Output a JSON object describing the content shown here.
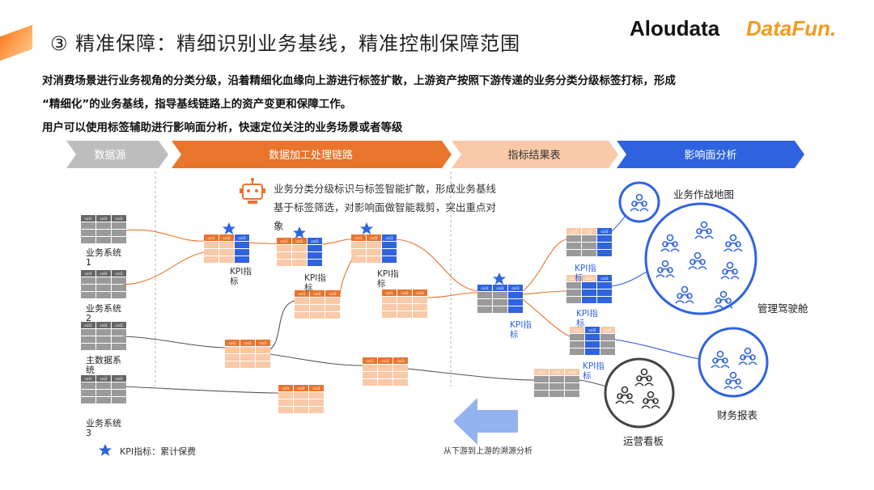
{
  "header": {
    "title": "③ 精准保障：精细识别业务基线，精准控制保障范围",
    "logo_left": "Aloudata",
    "logo_right": "DataFun."
  },
  "intro": {
    "line1": "对消费场景进行业务视角的分类分级，沿着精细化血缘向上游进行标签扩散，上游资产按照下游传递的业务分类分级标签打标，形成",
    "line2": "“精细化”的业务基线，指导基线链路上的资产变更和保障工作。",
    "line3": "用户可以使用标签辅助进行影响面分析，快速定位关注的业务场景或者等级"
  },
  "stages": [
    "数据源",
    "数据加工处理链路",
    "指标结果表",
    "影响面分析"
  ],
  "notes": {
    "note1": "业务分类分级标识与标签智能扩散，形成业务基线",
    "note2": "基于标签筛选，对影响面做智能裁剪，突出重点对",
    "note2b": "象"
  },
  "sources": {
    "s1a": "业务系统",
    "s1b": "1",
    "s2a": "业务系统",
    "s2b": "2",
    "s3a": "主数据系",
    "s3b": "统",
    "s4a": "业务系统",
    "s4b": "3"
  },
  "kpi": {
    "a": "KPI指",
    "b": "标"
  },
  "col_labels": [
    "col1",
    "col2",
    "col3"
  ],
  "targets": {
    "map": "业务作战地图",
    "cockpit": "管理驾驶舱",
    "finance": "财务报表",
    "ops": "运营看板"
  },
  "trace_label": "从下游到上游的溯源分析",
  "legend": "KPI指标：累计保费",
  "colors": {
    "orange": "#e9742b",
    "light_orange": "#f9c9a8",
    "blue": "#2f63e0",
    "gray": "#9a9a9a",
    "dark": "#333333"
  }
}
